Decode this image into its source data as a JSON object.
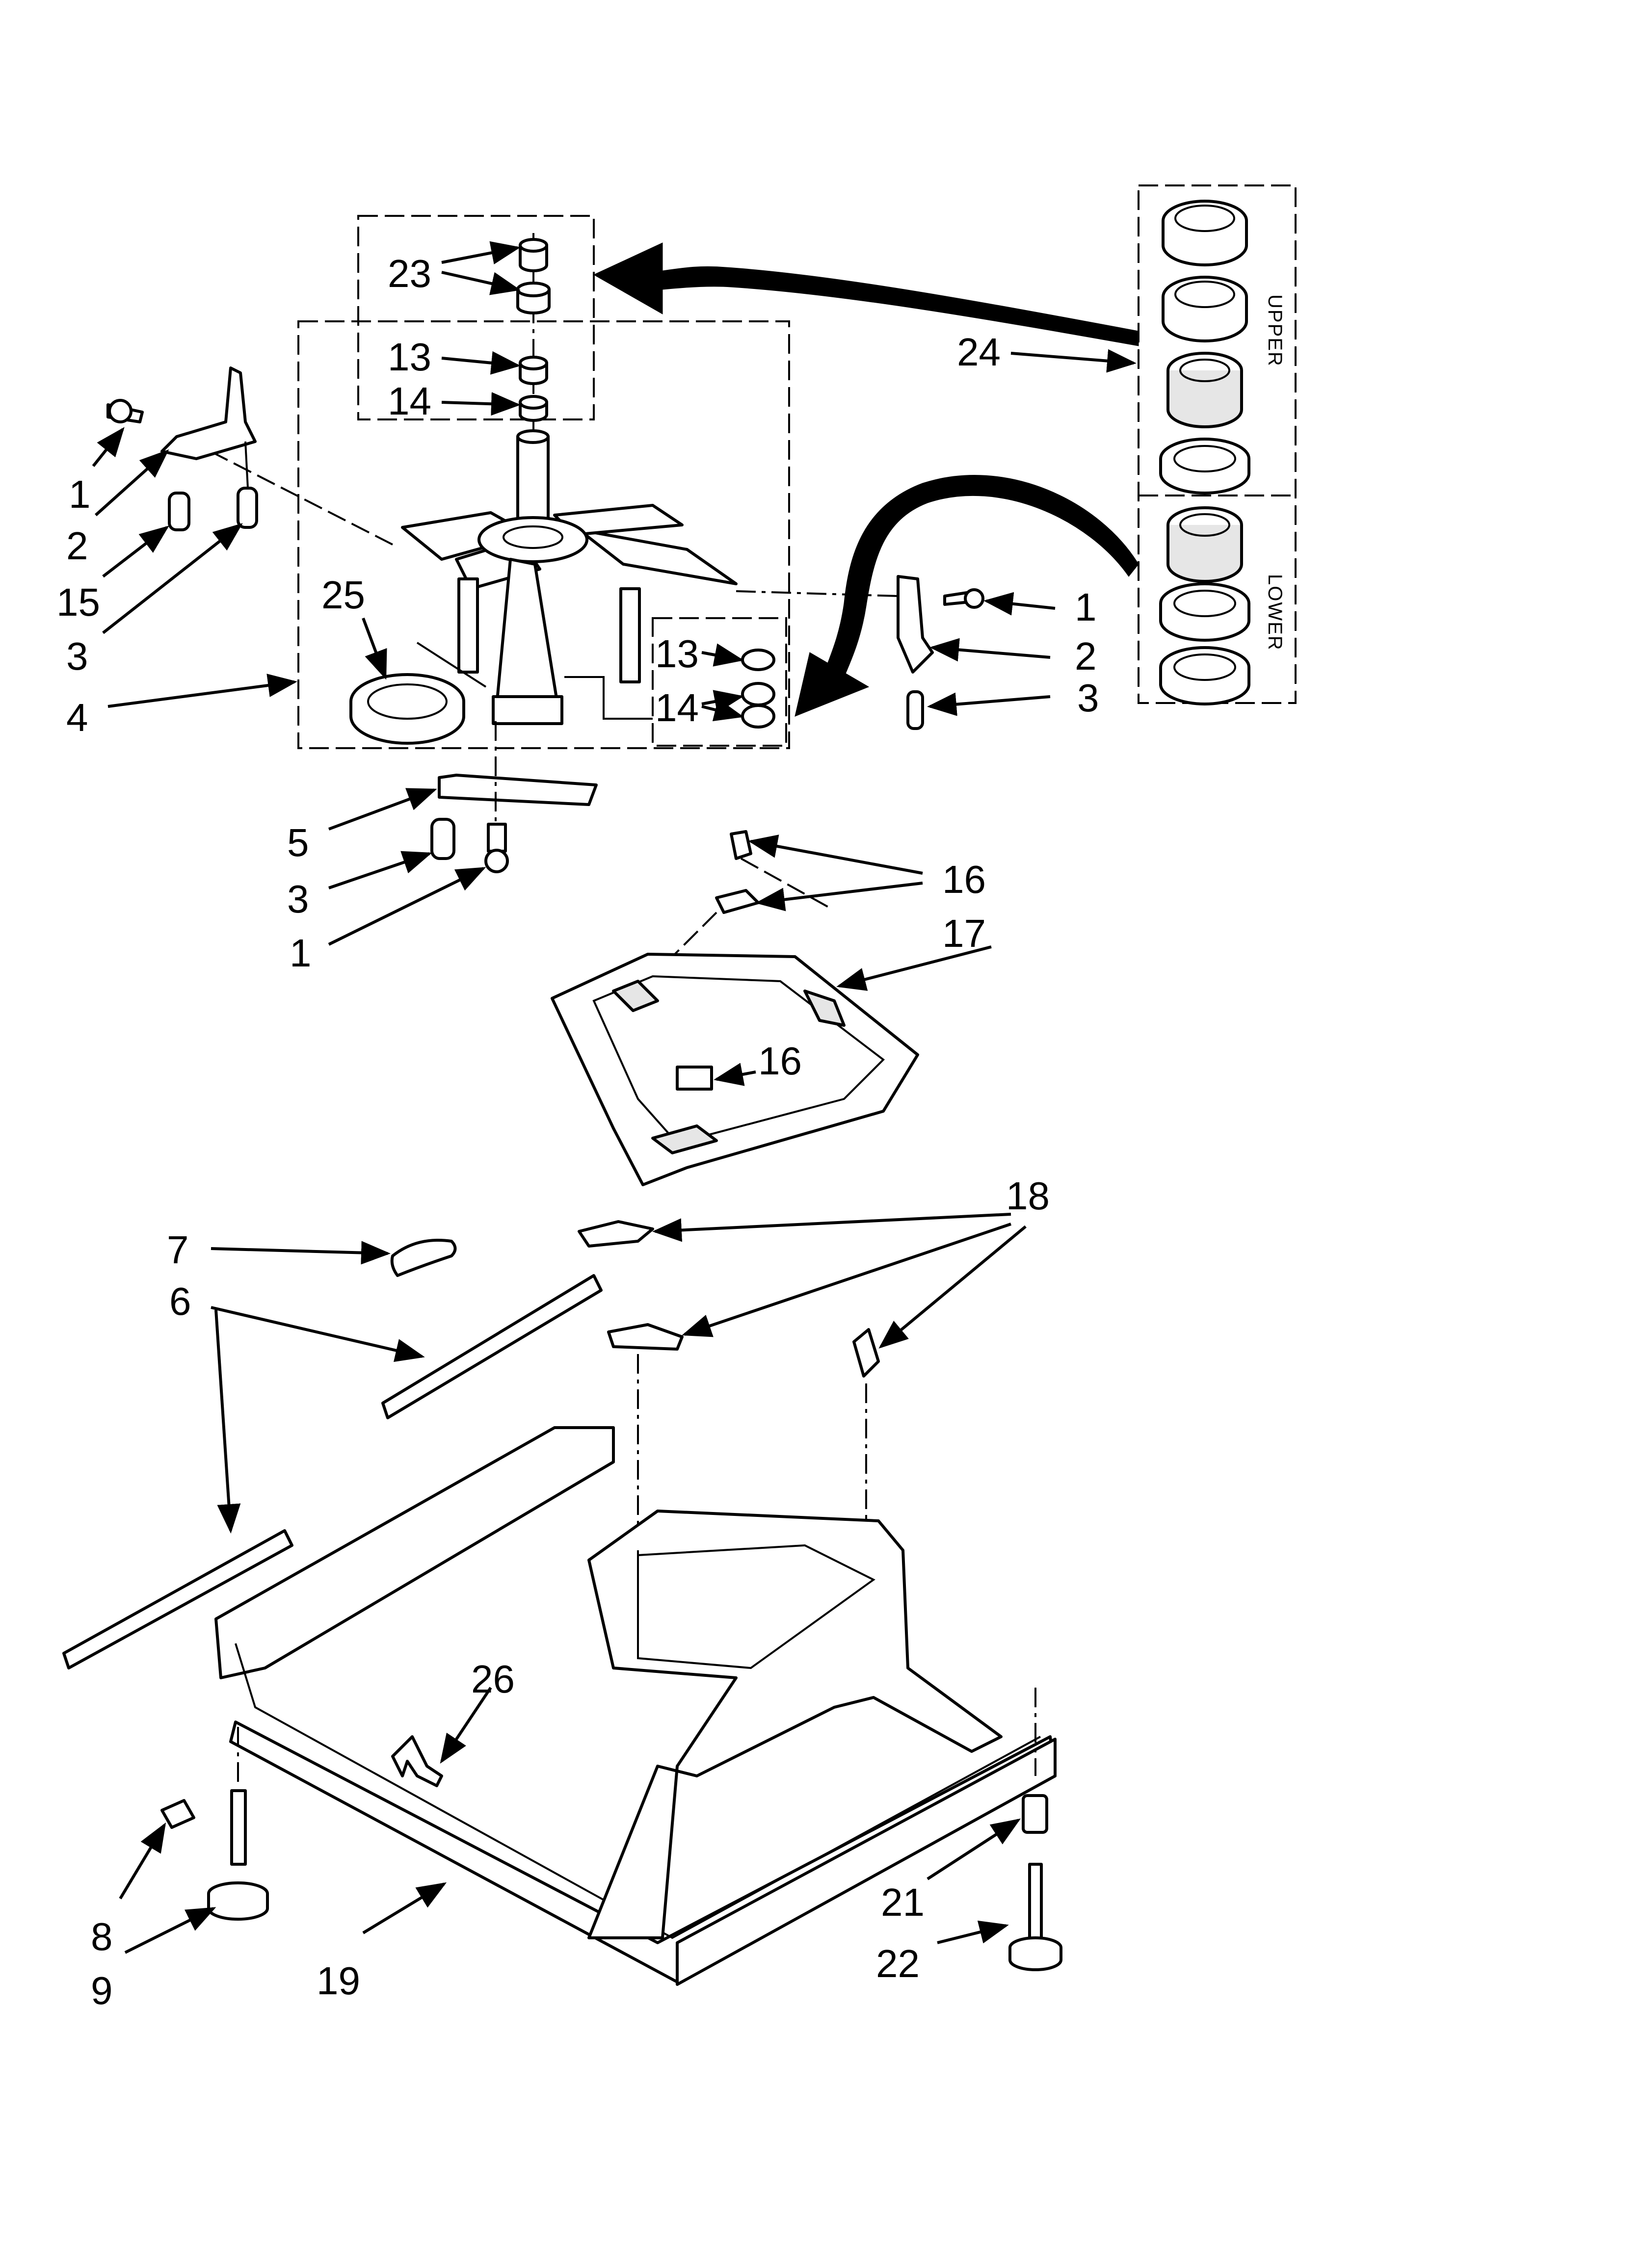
{
  "labels": {
    "l1a": "1",
    "l2a": "2",
    "l15": "15",
    "l3a": "3",
    "l4": "4",
    "l23": "23",
    "l13a": "13",
    "l14a": "14",
    "l25": "25",
    "l13b": "13",
    "l14b": "14",
    "l1b": "1",
    "l2b": "2",
    "l3b": "3",
    "l24": "24",
    "l5": "5",
    "l3c": "3",
    "l1c": "1",
    "l16a": "16",
    "l17": "17",
    "l16b": "16",
    "l18": "18",
    "l7": "7",
    "l6": "6",
    "l26": "26",
    "l8": "8",
    "l9": "9",
    "l19": "19",
    "l21": "21",
    "l22": "22"
  },
  "kit_labels": {
    "upper": "UPPER",
    "lower": "LOWER"
  }
}
